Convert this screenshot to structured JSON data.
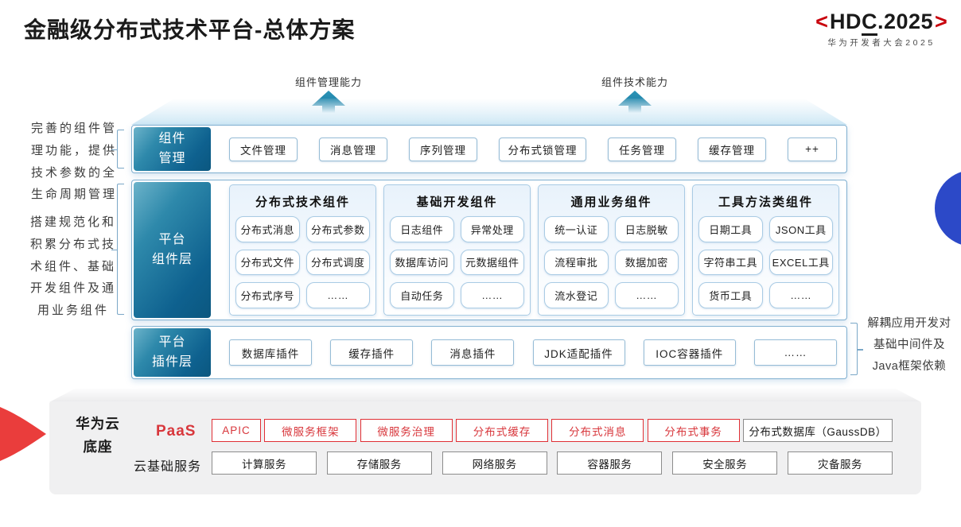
{
  "page": {
    "title": "金融级分布式技术平台-总体方案"
  },
  "logo": {
    "left_bracket": "<",
    "name_pre": "HD",
    "name_c": "C",
    "name_post": ".2025",
    "right_bracket": ">",
    "subtitle": "华为开发者大会2025"
  },
  "arrows": {
    "left_label": "组件管理能力",
    "right_label": "组件技术能力"
  },
  "annotations": {
    "left_top": "完善的组件管\n理功能，提供\n技术参数的全\n生命周期管理",
    "left_bottom": "搭建规范化和\n积累分布式技\n术组件、基础\n开发组件及通\n用业务组件",
    "right": "解耦应用开发对\n基础中间件及\nJava框架依赖"
  },
  "layers": {
    "management": {
      "label": "组件\n管理",
      "items": [
        "文件管理",
        "消息管理",
        "序列管理",
        "分布式锁管理",
        "任务管理",
        "缓存管理",
        "++"
      ]
    },
    "components": {
      "label": "平台\n组件层",
      "groups": [
        {
          "title": "分布式技术组件",
          "items": [
            "分布式消息",
            "分布式参数",
            "分布式文件",
            "分布式调度",
            "分布式序号",
            "……"
          ]
        },
        {
          "title": "基础开发组件",
          "items": [
            "日志组件",
            "异常处理",
            "数据库访问",
            "元数据组件",
            "自动任务",
            "……"
          ]
        },
        {
          "title": "通用业务组件",
          "items": [
            "统一认证",
            "日志脱敏",
            "流程审批",
            "数据加密",
            "流水登记",
            "……"
          ]
        },
        {
          "title": "工具方法类组件",
          "items": [
            "日期工具",
            "JSON工具",
            "字符串工具",
            "EXCEL工具",
            "货币工具",
            "……"
          ]
        }
      ]
    },
    "plugins": {
      "label": "平台\n插件层",
      "items": [
        "数据库插件",
        "缓存插件",
        "消息插件",
        "JDK适配插件",
        "IOC容器插件",
        "……"
      ]
    }
  },
  "foundation": {
    "label": "华为云\n底座",
    "paas": {
      "label": "PaaS",
      "items": [
        "APIC",
        "微服务框架",
        "微服务治理",
        "分布式缓存",
        "分布式消息",
        "分布式事务"
      ],
      "neutral_item": "分布式数据库（GaussDB）"
    },
    "iaas": {
      "label": "云基础服务",
      "items": [
        "计算服务",
        "存储服务",
        "网络服务",
        "容器服务",
        "安全服务",
        "灾备服务"
      ]
    }
  },
  "colors": {
    "accent_red": "#C8000B",
    "box_red": "#D8373C",
    "layer_teal_dark": "#0B577F",
    "layer_teal_light": "#6CB3CA",
    "border_blue": "#7FAFD0",
    "circle_blue": "#2C49C8",
    "foundation_gray": "#F0F0F1"
  }
}
